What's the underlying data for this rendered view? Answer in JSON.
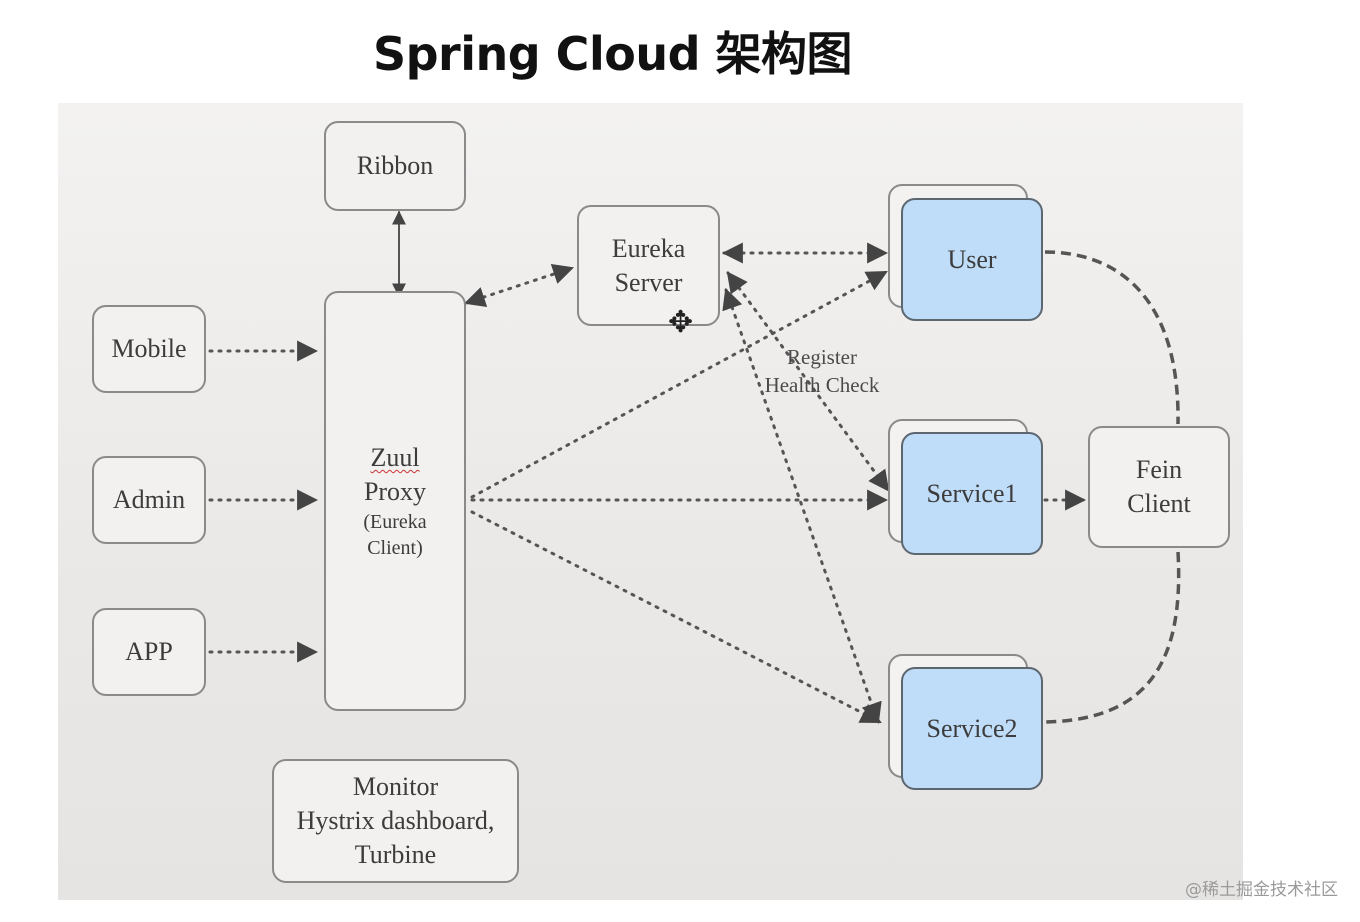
{
  "title": "Spring Cloud 架构图",
  "nodes": {
    "ribbon": "Ribbon",
    "mobile": "Mobile",
    "admin": "Admin",
    "app": "APP",
    "zuul": {
      "name": "Zuul",
      "line2": "Proxy",
      "line3": "(Eureka",
      "line4": "Client)"
    },
    "eureka": {
      "line1": "Eureka",
      "line2": "Server"
    },
    "user": "User",
    "service1": "Service1",
    "service2": "Service2",
    "fein": {
      "line1": "Fein",
      "line2": "Client"
    },
    "monitor": {
      "line1": "Monitor",
      "line2": "Hystrix dashboard,",
      "line3": "Turbine"
    }
  },
  "annotations": {
    "register": "Register",
    "health_check": "Health Check"
  },
  "watermark": "@稀土掘金技术社区",
  "colors": {
    "service_fill": "#bfdcf8",
    "line": "#555555",
    "background": "#ebe9e7"
  },
  "icons": {
    "cursor": "move-cursor-icon"
  }
}
